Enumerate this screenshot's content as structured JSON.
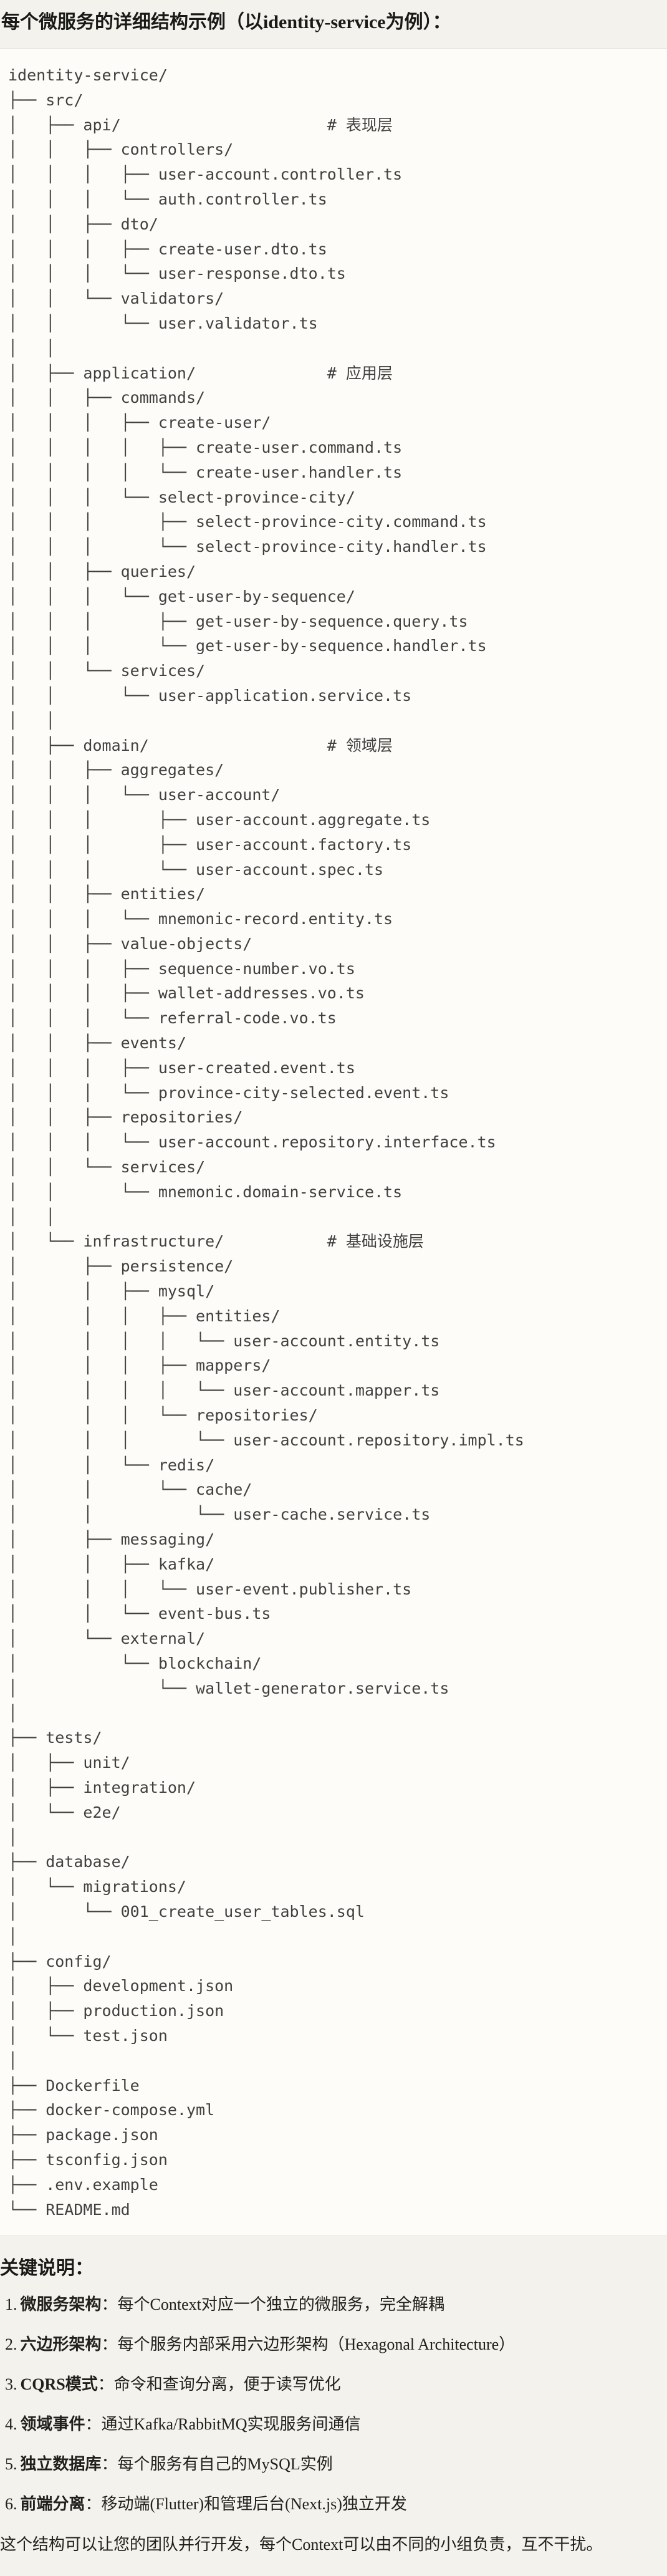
{
  "colors": {
    "page_background": "#f4f2ec",
    "code_background": "#fefcf8",
    "code_border": "#e2e0d8",
    "code_text": "#404040",
    "heading_text": "#191917",
    "body_text": "#21201c"
  },
  "header": {
    "title": "每个微服务的详细结构示例（以identity-service为例）："
  },
  "code_block": {
    "lines": [
      "identity-service/",
      "├── src/",
      "│   ├── api/                      # 表现层",
      "│   │   ├── controllers/",
      "│   │   │   ├── user-account.controller.ts",
      "│   │   │   └── auth.controller.ts",
      "│   │   ├── dto/",
      "│   │   │   ├── create-user.dto.ts",
      "│   │   │   └── user-response.dto.ts",
      "│   │   └── validators/",
      "│   │       └── user.validator.ts",
      "│   │",
      "│   ├── application/              # 应用层",
      "│   │   ├── commands/",
      "│   │   │   ├── create-user/",
      "│   │   │   │   ├── create-user.command.ts",
      "│   │   │   │   └── create-user.handler.ts",
      "│   │   │   └── select-province-city/",
      "│   │   │       ├── select-province-city.command.ts",
      "│   │   │       └── select-province-city.handler.ts",
      "│   │   ├── queries/",
      "│   │   │   └── get-user-by-sequence/",
      "│   │   │       ├── get-user-by-sequence.query.ts",
      "│   │   │       └── get-user-by-sequence.handler.ts",
      "│   │   └── services/",
      "│   │       └── user-application.service.ts",
      "│   │",
      "│   ├── domain/                   # 领域层",
      "│   │   ├── aggregates/",
      "│   │   │   └── user-account/",
      "│   │   │       ├── user-account.aggregate.ts",
      "│   │   │       ├── user-account.factory.ts",
      "│   │   │       └── user-account.spec.ts",
      "│   │   ├── entities/",
      "│   │   │   └── mnemonic-record.entity.ts",
      "│   │   ├── value-objects/",
      "│   │   │   ├── sequence-number.vo.ts",
      "│   │   │   ├── wallet-addresses.vo.ts",
      "│   │   │   └── referral-code.vo.ts",
      "│   │   ├── events/",
      "│   │   │   ├── user-created.event.ts",
      "│   │   │   └── province-city-selected.event.ts",
      "│   │   ├── repositories/",
      "│   │   │   └── user-account.repository.interface.ts",
      "│   │   └── services/",
      "│   │       └── mnemonic.domain-service.ts",
      "│   │",
      "│   └── infrastructure/           # 基础设施层",
      "│       ├── persistence/",
      "│       │   ├── mysql/",
      "│       │   │   ├── entities/",
      "│       │   │   │   └── user-account.entity.ts",
      "│       │   │   ├── mappers/",
      "│       │   │   │   └── user-account.mapper.ts",
      "│       │   │   └── repositories/",
      "│       │   │       └── user-account.repository.impl.ts",
      "│       │   └── redis/",
      "│       │       └── cache/",
      "│       │           └── user-cache.service.ts",
      "│       ├── messaging/",
      "│       │   ├── kafka/",
      "│       │   │   └── user-event.publisher.ts",
      "│       │   └── event-bus.ts",
      "│       └── external/",
      "│           └── blockchain/",
      "│               └── wallet-generator.service.ts",
      "│",
      "├── tests/",
      "│   ├── unit/",
      "│   ├── integration/",
      "│   └── e2e/",
      "│",
      "├── database/",
      "│   └── migrations/",
      "│       └── 001_create_user_tables.sql",
      "│",
      "├── config/",
      "│   ├── development.json",
      "│   ├── production.json",
      "│   └── test.json",
      "│",
      "├── Dockerfile",
      "├── docker-compose.yml",
      "├── package.json",
      "├── tsconfig.json",
      "├── .env.example",
      "└── README.md"
    ]
  },
  "notes": {
    "heading": "关键说明：",
    "items": [
      {
        "num": "1.",
        "term": "微服务架构",
        "colon": "：",
        "desc": "每个Context对应一个独立的微服务，完全解耦"
      },
      {
        "num": "2.",
        "term": "六边形架构",
        "colon": "：",
        "desc": "每个服务内部采用六边形架构（Hexagonal Architecture）"
      },
      {
        "num": "3.",
        "term": "CQRS模式",
        "colon": "：",
        "desc": "命令和查询分离，便于读写优化"
      },
      {
        "num": "4.",
        "term": "领域事件",
        "colon": "：",
        "desc": "通过Kafka/RabbitMQ实现服务间通信"
      },
      {
        "num": "5.",
        "term": "独立数据库",
        "colon": "：",
        "desc": "每个服务有自己的MySQL实例"
      },
      {
        "num": "6.",
        "term": "前端分离",
        "colon": "：",
        "desc": "移动端(Flutter)和管理后台(Next.js)独立开发"
      }
    ],
    "footer": "这个结构可以让您的团队并行开发，每个Context可以由不同的小组负责，互不干扰。"
  }
}
